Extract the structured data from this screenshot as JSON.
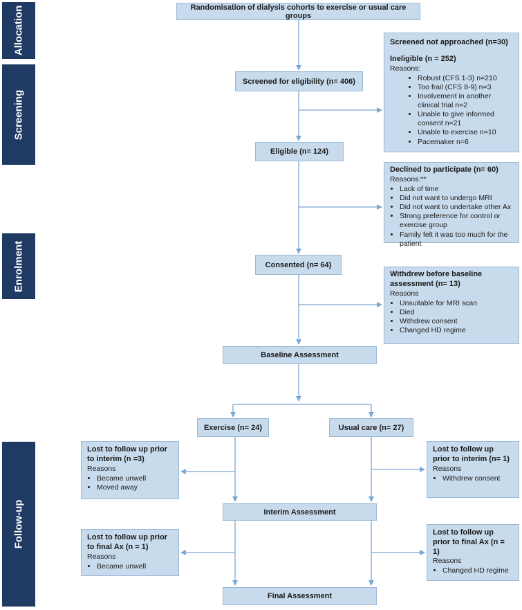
{
  "sidebar": {
    "allocation": "Allocation",
    "screening": "Screening",
    "enrolment": "Enrolment",
    "followup": "Follow-up"
  },
  "boxes": {
    "randomisation": "Randomisation of dialysis cohorts to exercise or usual care groups",
    "screened": "Screened for eligibility (n= 406)",
    "eligible": "Eligible (n= 124)",
    "consented": "Consented (n= 64)",
    "baseline": "Baseline Assessment",
    "exercise": "Exercise (n= 24)",
    "usual_care": "Usual care (n= 27)",
    "interim": "Interim Assessment",
    "final": "Final Assessment"
  },
  "ineligible": {
    "not_approached": "Screened not approached (n=30)",
    "title": "Ineligible (n = 252)",
    "reasons_label": "Reasons:",
    "items": [
      "Robust (CFS 1-3) n=210",
      "Too frail (CFS 8-9) n=3",
      "Involvement in another clinical trial n=2",
      "Unable to give informed consent  n=21",
      "Unable to exercise n=10",
      "Pacemaker n=6"
    ]
  },
  "declined": {
    "title": "Declined to participate (n= 60)",
    "reasons_label": "Reasons:**",
    "items": [
      "Lack of time",
      "Did not want to undergo MRI",
      "Did not want to undertake other Ax",
      "Strong preference for control or exercise group",
      "Family felt it was too much for the patient"
    ]
  },
  "withdrew": {
    "title": "Withdrew before baseline assessment (n= 13)",
    "reasons_label": "Reasons",
    "items": [
      "Unsuitable for MRI scan",
      "Died",
      "Withdrew consent",
      "Changed HD regime"
    ]
  },
  "lost_ex_interim": {
    "title": "Lost to follow up  prior to interim  (n =3)",
    "reasons_label": "Reasons",
    "items": [
      "Became unwell",
      "Moved away"
    ]
  },
  "lost_uc_interim": {
    "title": "Lost to follow up prior to interim  (n= 1)",
    "reasons_label": "Reasons",
    "items": [
      "Withdrew consent"
    ]
  },
  "lost_ex_final": {
    "title": "Lost to follow up prior to final Ax (n = 1)",
    "reasons_label": "Reasons",
    "items": [
      "Became unwell"
    ]
  },
  "lost_uc_final": {
    "title": "Lost to follow up prior to final Ax (n = 1)",
    "reasons_label": "Reasons",
    "items": [
      "Changed HD regime"
    ]
  },
  "colors": {
    "sidebar": "#1f3a63",
    "box_fill": "#c8dbed",
    "box_border": "#9ab8d6",
    "arrow": "#7aa8d6"
  }
}
